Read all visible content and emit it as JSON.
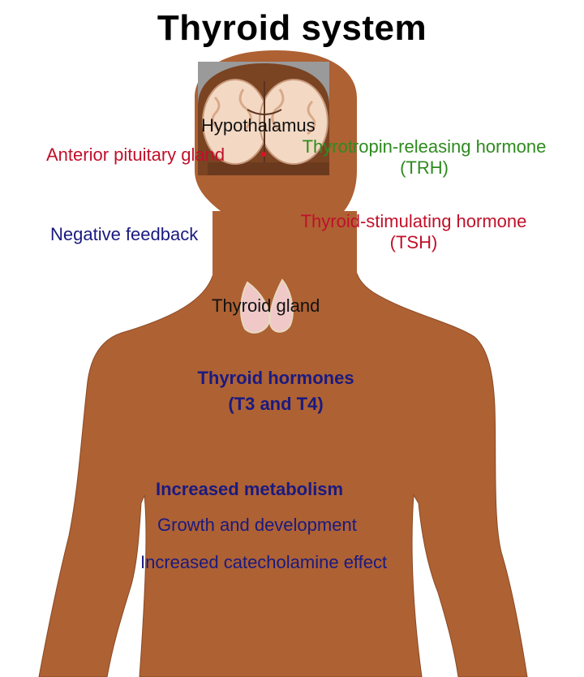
{
  "title": "Thyroid system",
  "colors": {
    "body": "#AE6133",
    "brain_box_gray": "#9A9A9A",
    "brain_box_brown": "#6B3A1E",
    "red": "#C0102A",
    "green": "#2E8B1E",
    "navy": "#1A1A80",
    "black": "#111111"
  },
  "labels": {
    "hypothalamus": "Hypothalamus",
    "anterior_pituitary": "Anterior pituitary gland",
    "trh_line1": "Thyrotropin-releasing hormone",
    "trh_line2": "(TRH)",
    "negative_feedback": "Negative feedback",
    "tsh_line1": "Thyroid-stimulating hormone",
    "tsh_line2": "(TSH)",
    "thyroid_gland": "Thyroid gland",
    "hormones_line1": "Thyroid hormones",
    "hormones_line2": "(T3 and T4)",
    "effect_metabolism": "Increased metabolism",
    "effect_growth": "Growth and development",
    "effect_catecholamine": "Increased catecholamine effect"
  }
}
